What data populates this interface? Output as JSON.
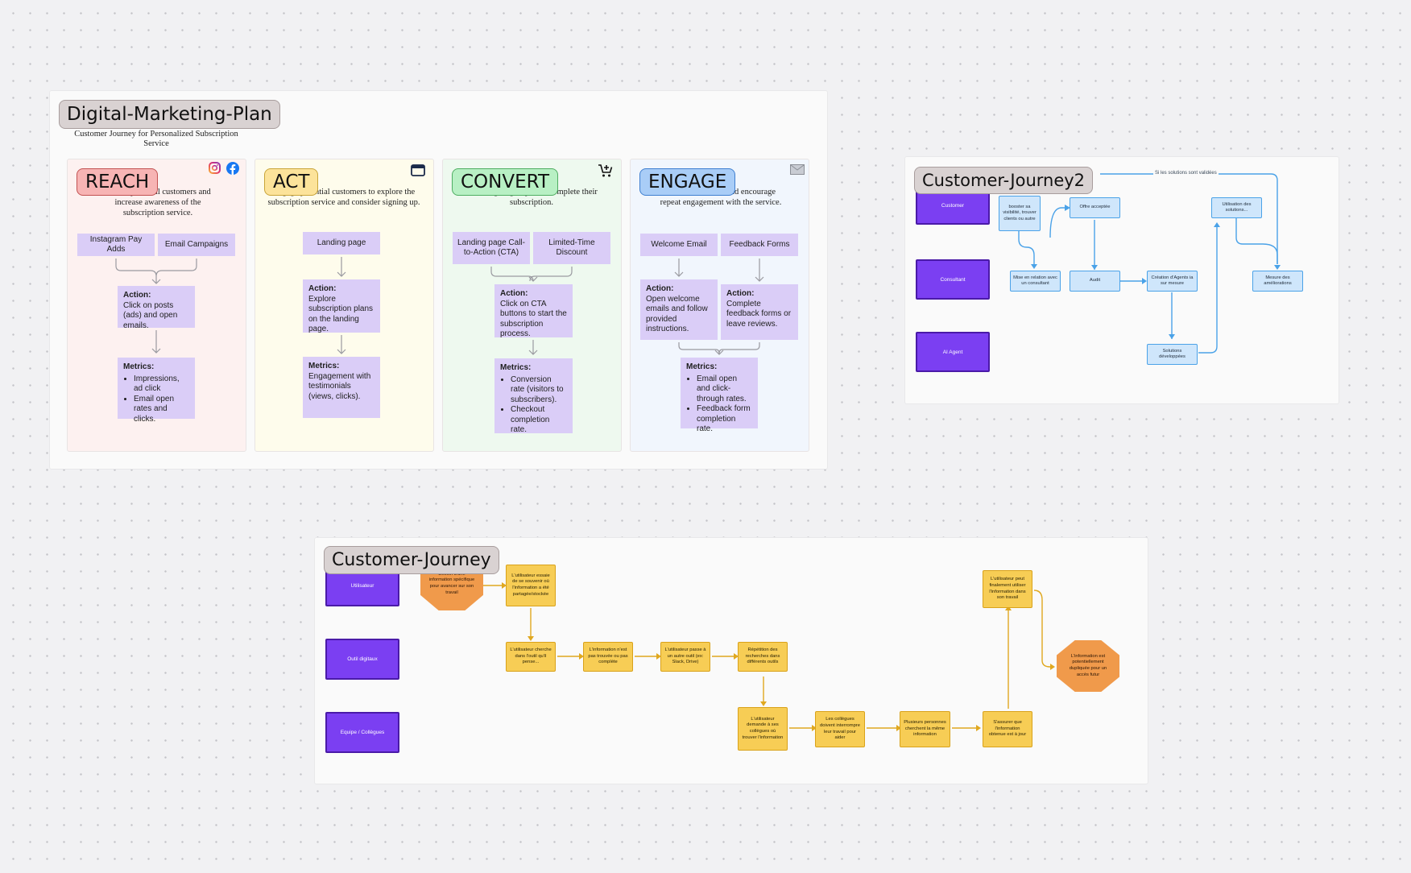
{
  "marketing_plan": {
    "title": "Digital-Marketing-Plan",
    "subtitle": "Customer Journey for Personalized Subscription Service",
    "stages": [
      {
        "title": "REACH",
        "description": "Attract potential customers and increase awareness of the subscription service.",
        "color": "#f7b4b4",
        "icons": [
          "instagram-icon",
          "facebook-icon"
        ],
        "channels": [
          "Instagram Pay Adds",
          "Email Campaigns"
        ],
        "action_label": "Action:",
        "action_text": "Click on posts (ads) and open emails.",
        "metrics_label": "Metrics:",
        "metrics": [
          "Impressions, ad click",
          "Email open rates and clicks."
        ]
      },
      {
        "title": "ACT",
        "description": "Engage potential customers to explore the subscription service and consider signing up.",
        "color": "#fce39a",
        "icons": [
          "browser-window-icon"
        ],
        "channels": [
          "Landing page"
        ],
        "action_label": "Action:",
        "action_text": "Explore subscription plans on the landing page.",
        "metrics_label": "Metrics:",
        "metrics_text": "Engagement with testimonials (views, clicks)."
      },
      {
        "title": "CONVERT",
        "description": "Encourage sign-ups and complete their subscription.",
        "color": "#b8f0c4",
        "icons": [
          "shopping-cart-icon"
        ],
        "channels": [
          "Landing page Call-to-Action (CTA)",
          "Limited-Time Discount"
        ],
        "action_label": "Action:",
        "action_text": "Click on CTA buttons to start the subscription process.",
        "metrics_label": "Metrics:",
        "metrics": [
          "Conversion rate (visitors to subscribers).",
          "Checkout completion rate."
        ]
      },
      {
        "title": "ENGAGE",
        "description": "Retain customers and encourage repeat engagement with the service.",
        "color": "#a9cdf7",
        "icons": [
          "mail-icon"
        ],
        "channels": [
          "Welcome Email",
          "Feedback Forms"
        ],
        "actions": [
          {
            "label": "Action:",
            "text": "Open welcome emails and follow provided instructions."
          },
          {
            "label": "Action:",
            "text": "Complete feedback forms or leave reviews."
          }
        ],
        "metrics_label": "Metrics:",
        "metrics": [
          "Email open and click-through rates.",
          "Feedback form completion rate."
        ]
      }
    ]
  },
  "journey2": {
    "title": "Customer-Journey2",
    "lanes": [
      "Customer",
      "Consultant",
      "AI Agent"
    ],
    "nodes": {
      "booster": "booster sa visibilité, trouver clients ou autre",
      "offre": "Offre acceptée",
      "utilisation": "Utilisation des solutions...",
      "mise": "Mise en relation avec un consultant",
      "audit": "Audit",
      "creation": "Création d'Agents ia sur mesure",
      "mesure": "Mesure des améliorations",
      "solutions": "Solutions développées"
    },
    "edge_label": "Si les solutions sont validées"
  },
  "journey": {
    "title": "Customer-Journey",
    "lanes": [
      "Utilisateur",
      "Outil digitaux",
      "Equipe / Collègues"
    ],
    "nodes": {
      "besoin": "Besoin d'une information spécifique pour avancer sur son travail",
      "essaie": "L'utilisateur essaie de se souvenir où l'information a été partagée/stockée",
      "cherche": "L'utilisateur cherche dans l'outil qu'il pense...",
      "pas_trouvee": "L'information n'est pas trouvée ou pas complète",
      "passe": "L'utilisateur passe à un autre outil (ex: Slack, Drive)",
      "repetition": "Répétition des recherches dans différents outils",
      "demande": "L'utilisateur demande à ses collègues où trouver l'information",
      "collegues": "Les collègues doivent interrompre leur travail pour aider",
      "plusieurs": "Plusieurs personnes cherchent la même information",
      "assurer": "S'assurer que l'information obtenue est à jour",
      "finalement": "L'utilisateur peut finalement utiliser l'information dans son travail",
      "dupliquee": "L'information est potentiellement dupliquée pour un accès futur"
    }
  },
  "colors": {
    "canvas": "#f1f1f3",
    "sticky": "#dacdf7",
    "lane": "#7b3ff2",
    "blue_node": "#cfe6fb",
    "yellow_node": "#f7cd55",
    "orange_node": "#f09a4b",
    "blue_edge": "#4aa2e8",
    "yellow_edge": "#e0a81f"
  }
}
